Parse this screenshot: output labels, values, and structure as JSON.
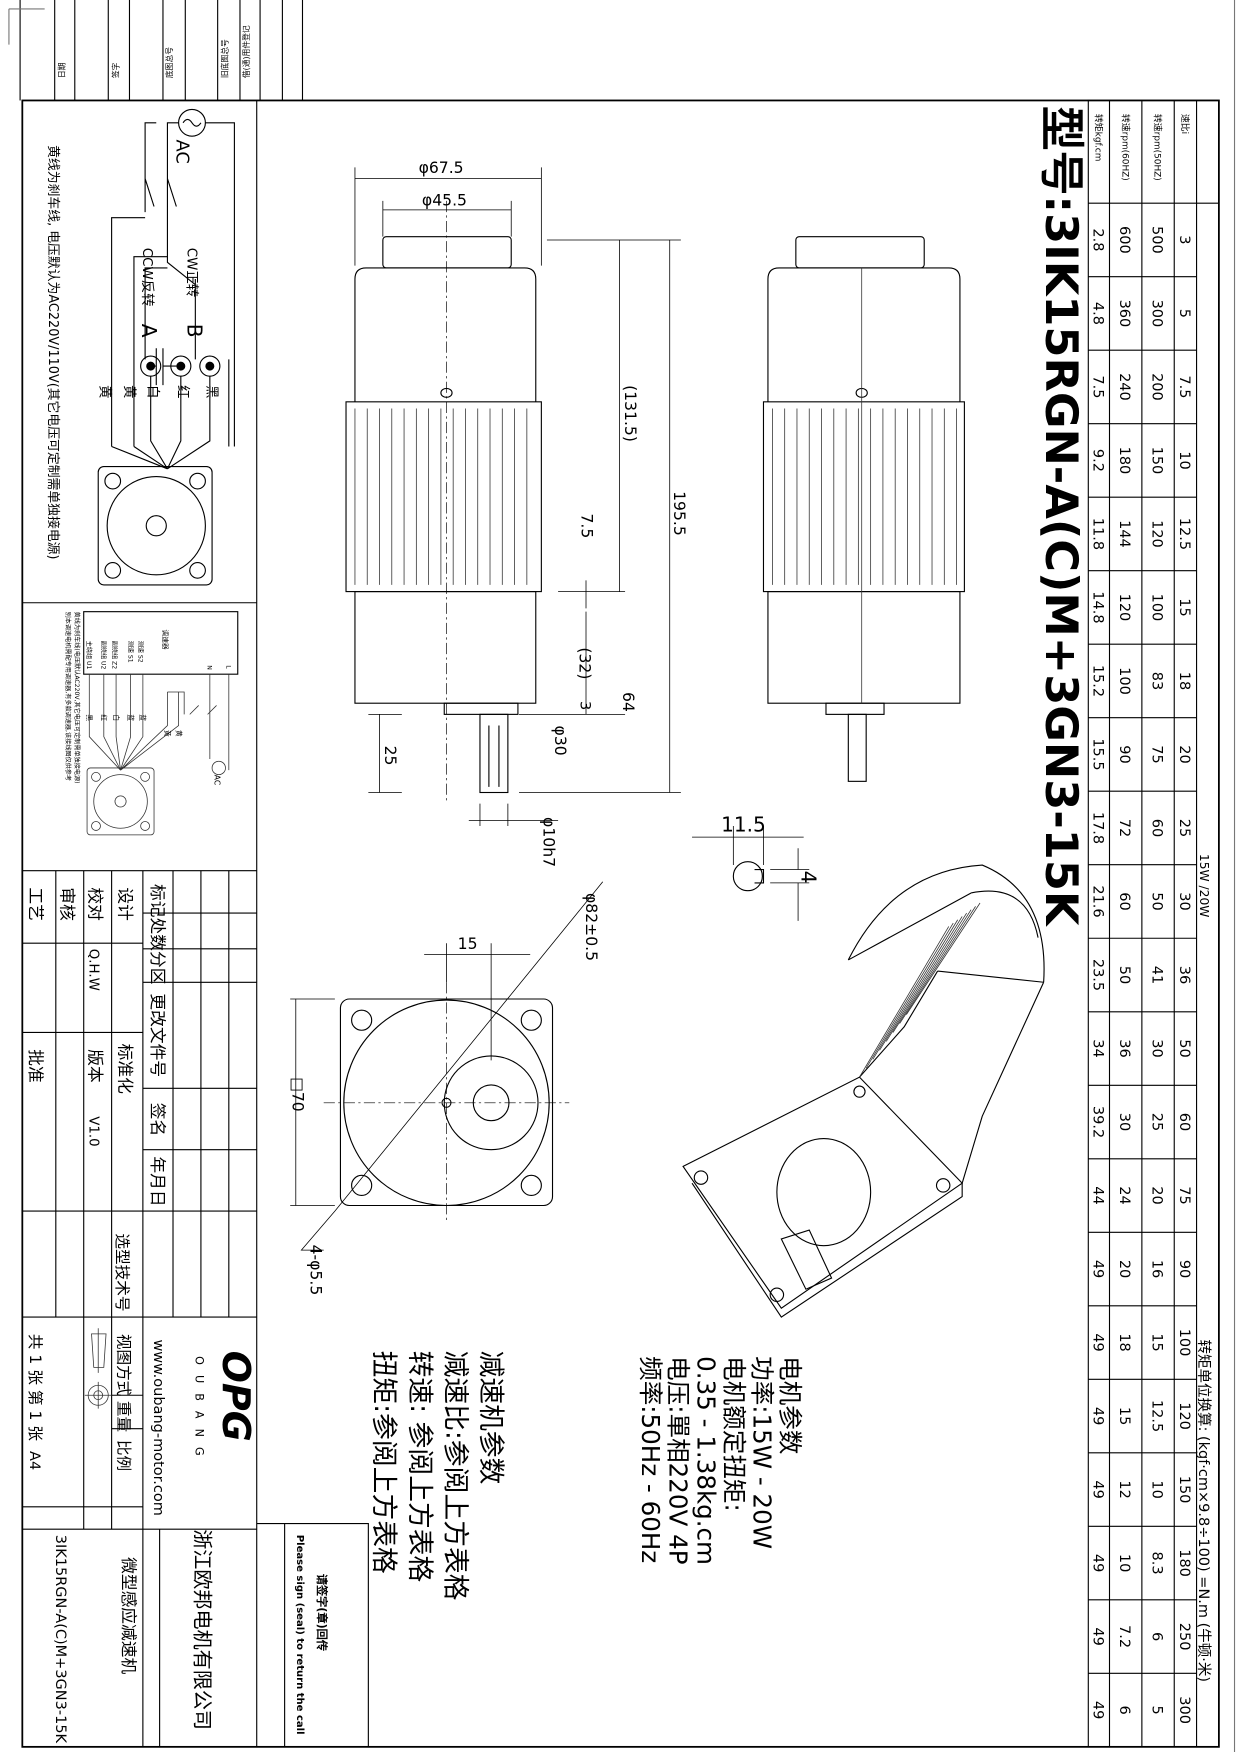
{
  "register_strip": [
    "日期",
    "签字",
    "底图总号",
    "旧底图总号",
    "借(通)用件登记"
  ],
  "title": {
    "model_label": "型号:3IK15RGN-A(C)M+3GN3-15K"
  },
  "spec_table": {
    "power_label": "15W /20W",
    "conversion": "转矩单位换算: (kgf·cm×9.8÷100) =N.m (牛顿·米)",
    "row_labels": {
      "ratio": "速比i",
      "rpm50": "转速rpm(50HZ)",
      "rpm60": "转速rpm(60HZ)",
      "torque": "转矩kgf.cm"
    },
    "ratio": [
      "3",
      "5",
      "7.5",
      "10",
      "12.5",
      "15",
      "18",
      "20",
      "25",
      "30",
      "36",
      "50",
      "60",
      "75",
      "90",
      "100",
      "120",
      "150",
      "180",
      "250",
      "300"
    ],
    "rpm50": [
      "500",
      "300",
      "200",
      "150",
      "120",
      "100",
      "83",
      "75",
      "60",
      "50",
      "41",
      "30",
      "25",
      "20",
      "16",
      "15",
      "12.5",
      "10",
      "8.3",
      "6",
      "5"
    ],
    "rpm60": [
      "600",
      "360",
      "240",
      "180",
      "144",
      "120",
      "100",
      "90",
      "72",
      "60",
      "50",
      "36",
      "30",
      "24",
      "20",
      "18",
      "15",
      "12",
      "10",
      "7.2",
      "6"
    ],
    "torque": [
      "2.8",
      "4.8",
      "7.5",
      "9.2",
      "11.8",
      "14.8",
      "15.2",
      "15.5",
      "17.8",
      "21.6",
      "23.5",
      "34",
      "39.2",
      "44",
      "49",
      "49",
      "49",
      "49",
      "49",
      "49",
      "49"
    ]
  },
  "dimensions": {
    "d67": "φ67.5",
    "d45": "φ45.5",
    "l131": "(131.5)",
    "l195": "195.5",
    "l7": "7.5",
    "l32": "(32)",
    "l64": "64",
    "l3": "3",
    "d30": "φ30",
    "l25": "25",
    "d10": "φ10h7",
    "key_w": "11.5",
    "key_h": "4",
    "w15": "15",
    "d82": "φ82±0.5",
    "sq70": "□70",
    "holes": "4-φ5.5"
  },
  "motor_params": {
    "heading": "电机参数",
    "lines": [
      "功率:15W - 20W",
      "电机额定扭矩:",
      "0.35 - 1.38kg.cm",
      "电压:單相220V 4P",
      "频率:50Hz - 60Hz"
    ]
  },
  "gear_params": {
    "heading": "减速机参数",
    "lines": [
      "减速比:参阅上方表格",
      "转速: 参阅上方表格",
      "扭矩:参阅上方表格"
    ]
  },
  "wiring1": {
    "ac": "AC",
    "cw": "CW正转",
    "ccw": "CCW反转",
    "b": "B",
    "a": "A",
    "colors": [
      "黑",
      "红",
      "白",
      "黄",
      "黄"
    ],
    "note": "黄线为刹车线, 电压默认为AC220V/110V(其它电压可定制需单独接电源)"
  },
  "wiring2": {
    "controller": "调速器",
    "terminals": [
      "测速 S2",
      "测速 S1",
      "副绕组 Z2",
      "副绕组 U2",
      "主绕组 U1"
    ],
    "ln": [
      "L",
      "N"
    ],
    "colors": [
      "蓝",
      "蓝",
      "白",
      "红",
      "黑",
      "黄",
      "黄"
    ],
    "ac": "AC",
    "note1": "黄线为刹车线(电压默认AC220V,其它电压可定制需单独接电源)",
    "note2": "别本调速电机需配专用调速器,有多款调速器,该接线图仅供参考"
  },
  "title_block": {
    "mark": "标记",
    "count": "处数",
    "zone": "分区",
    "change_doc": "更改文件号",
    "sign": "签名",
    "date": "年月日",
    "design": "设计",
    "check": "校对",
    "check_value": "Q.H.W",
    "review": "审核",
    "process": "工艺",
    "standard": "标准化",
    "version": "版本",
    "version_value": "V1.0",
    "approve": "批准",
    "tech_no": "选型技术号",
    "view_method": "视图方式",
    "weight": "重量",
    "scale": "比例",
    "sheets": "共 1 张 第 1 张",
    "paper": "A4",
    "logo": "OPG",
    "logo_sub": "OUBANG",
    "website": "www.oubang-motor.com",
    "company": "浙江欧邦电机有限公司",
    "product": "微型感应减速机",
    "model": "3IK15RGN-A(C)M+3GN3-15K"
  },
  "sign_box": {
    "cn": "请签字(章)回传",
    "en": "Please sign (seal) to return the call"
  }
}
